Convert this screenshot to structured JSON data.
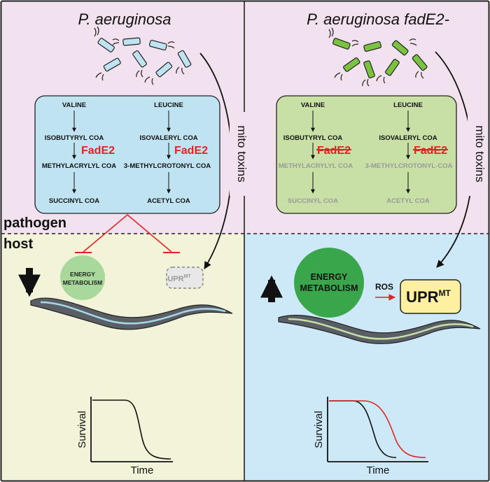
{
  "panels": {
    "left_title": "P. aeruginosa",
    "right_title": "P. aeruginosa fadE2-",
    "pathogen_label": "pathogen",
    "host_label": "host",
    "mito_toxins_label": "mito toxins"
  },
  "pathway_left": {
    "valine": "VALINE",
    "leucine": "LEUCINE",
    "isobutyryl": "ISOBUTYRYL COA",
    "isovaleryl": "ISOVALERYL COA",
    "enzyme_a": "FadE2",
    "enzyme_b": "FadE2",
    "methylacrylyl": "METHYLACRYLYL COA",
    "methylcrotonyl": "3-METHYLCROTONYL COA",
    "succinyl": "SUCCINYL COA",
    "acetyl": "ACETYL COA"
  },
  "pathway_right": {
    "valine": "VALINE",
    "leucine": "LEUCINE",
    "isobutyryl": "ISOBUTYRYL COA",
    "isovaleryl": "ISOVALERYL COA",
    "enzyme_a": "FadE2",
    "enzyme_b": "FadE2",
    "methylacrylyl": "METHYLACRYLYL COA",
    "methylcrotonyl": "3-METHYLCROTONYL-COA",
    "succinyl": "SUCCINYL COA",
    "acetyl": "ACETYL COA"
  },
  "host_left": {
    "energy_line1": "ENERGY",
    "energy_line2": "METABOLISM",
    "upr_base": "UPR",
    "upr_sup": "MT"
  },
  "host_right": {
    "energy_line1": "ENERGY",
    "energy_line2": "METABOLISM",
    "ros": "ROS",
    "upr_base": "UPR",
    "upr_sup": "MT"
  },
  "survival_left": {
    "ylabel": "Survival",
    "xlabel": "Time"
  },
  "survival_right": {
    "ylabel": "Survival",
    "xlabel": "Time"
  },
  "colors": {
    "pathogen_bg": "#f2e1ee",
    "host_left_bg": "#f2f3d8",
    "host_right_bg": "#cde8f7",
    "wt_box": "#bfe3f1",
    "mutant_box": "#c8e0a5",
    "wt_bacteria": "#bfe3f1",
    "mutant_bacteria": "#7cc242",
    "inhibit_red": "#e02424",
    "energy_dim": "#a8d89a",
    "energy_bright": "#3aa64b",
    "upr_box": "#fdf0a0",
    "upr_dim_box": "#e8e8e8",
    "curve_red": "#e02424"
  }
}
